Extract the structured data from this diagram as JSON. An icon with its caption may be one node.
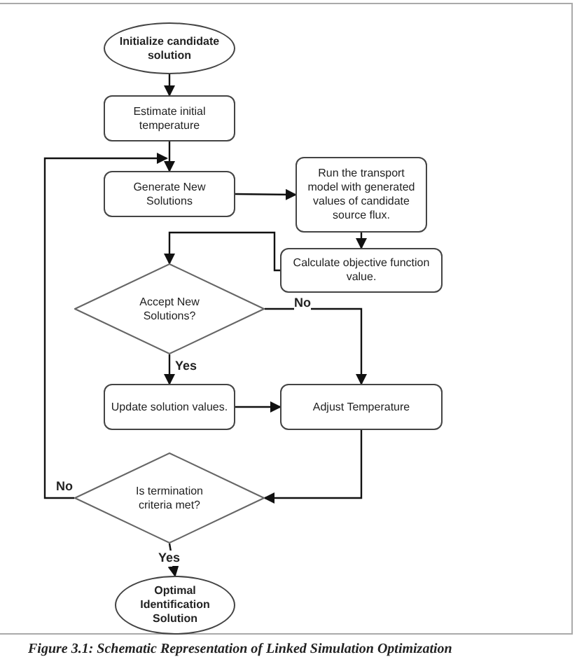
{
  "diagram": {
    "caption": "Figure 3.1: Schematic Representation of Linked Simulation Optimization",
    "nodes": [
      {
        "text": [
          "Initialize candidate solution"
        ]
      },
      {
        "text": [
          "Estimate initial temperature"
        ]
      },
      {
        "text": [
          "Generate New Solutions"
        ]
      },
      {
        "text": [
          "Run the transport model with generated values of candidate source flux."
        ]
      },
      {
        "text": [
          "Calculate objective function value."
        ]
      },
      {
        "text": [
          "Accept New Solutions?"
        ]
      },
      {
        "text": [
          "Update solution values."
        ]
      },
      {
        "text": [
          "Adjust Temperature"
        ]
      },
      {
        "text": [
          "Is termination criteria met?"
        ]
      },
      {
        "text": [
          "Optimal Identification Solution"
        ]
      }
    ],
    "edges": [
      {
        "from": 0,
        "to": 1,
        "arrow": "to"
      },
      {
        "from": 1,
        "to": 2,
        "arrow": "to"
      },
      {
        "from": 2,
        "to": 3,
        "arrow": "to"
      },
      {
        "from": 3,
        "to": 4,
        "arrow": "to"
      },
      {
        "from": 4,
        "to": 5,
        "arrow": "to"
      },
      {
        "from": 5,
        "to": 7,
        "arrow": "to",
        "label": "No"
      },
      {
        "from": 5,
        "to": 6,
        "arrow": "to",
        "label": "Yes"
      },
      {
        "from": 6,
        "to": 7,
        "arrow": "to"
      },
      {
        "from": 7,
        "to": 8,
        "arrow": "to"
      },
      {
        "from": 8,
        "to": 2,
        "arrow": "to",
        "label": "No"
      },
      {
        "from": 8,
        "to": 9,
        "arrow": "to",
        "label": "Yes"
      }
    ]
  }
}
